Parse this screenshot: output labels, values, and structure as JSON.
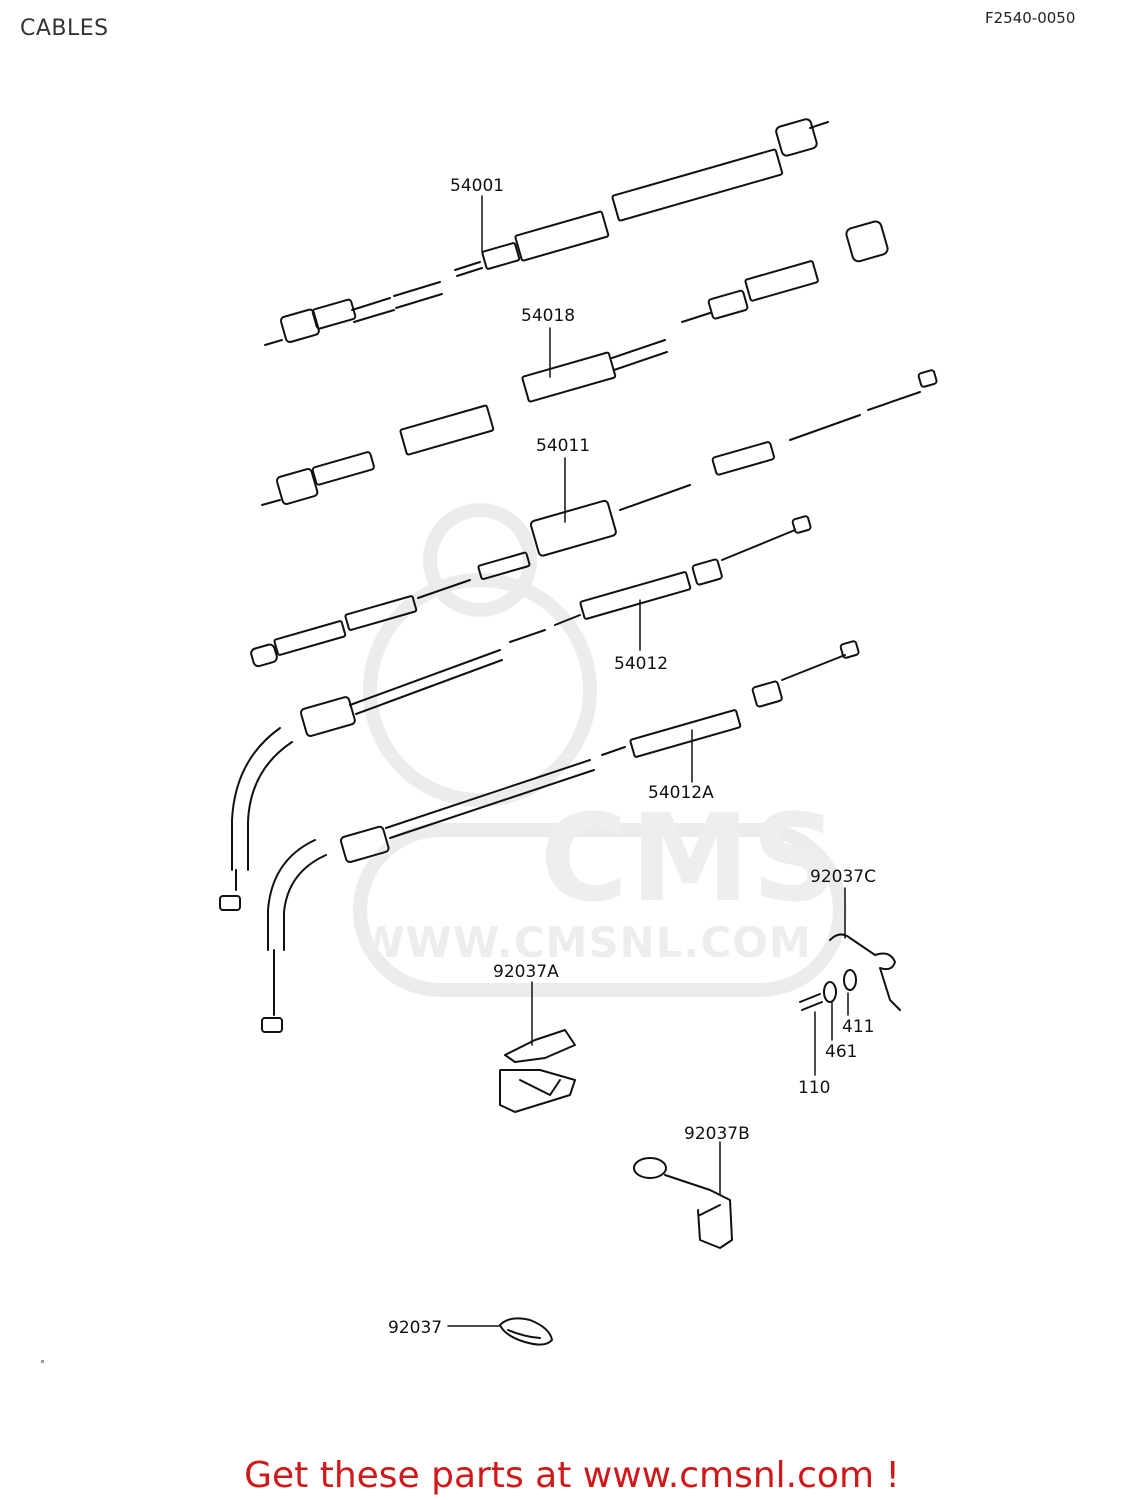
{
  "header": {
    "title": "CABLES",
    "figure_code": "F2540-0050"
  },
  "watermark": {
    "site": "WWW.CMSNL.COM",
    "brand": "CMS"
  },
  "parts": [
    {
      "id": "speedo-cable",
      "label": "54001"
    },
    {
      "id": "tacho-cable",
      "label": "54018"
    },
    {
      "id": "clutch-cable",
      "label": "54011"
    },
    {
      "id": "throttle-cable-open",
      "label": "54012"
    },
    {
      "id": "throttle-cable-close",
      "label": "54012A"
    },
    {
      "id": "clamp-c",
      "label": "92037C"
    },
    {
      "id": "clamp-a",
      "label": "92037A"
    },
    {
      "id": "clamp-b",
      "label": "92037B"
    },
    {
      "id": "clamp",
      "label": "92037"
    },
    {
      "id": "washer",
      "label": "411"
    },
    {
      "id": "lock-washer",
      "label": "461"
    },
    {
      "id": "bolt",
      "label": "110"
    }
  ],
  "footer": {
    "cta": "Get these parts at www.cmsnl.com !"
  },
  "colors": {
    "line": "#111111",
    "cta": "#d01818",
    "watermark": "#ececec"
  }
}
